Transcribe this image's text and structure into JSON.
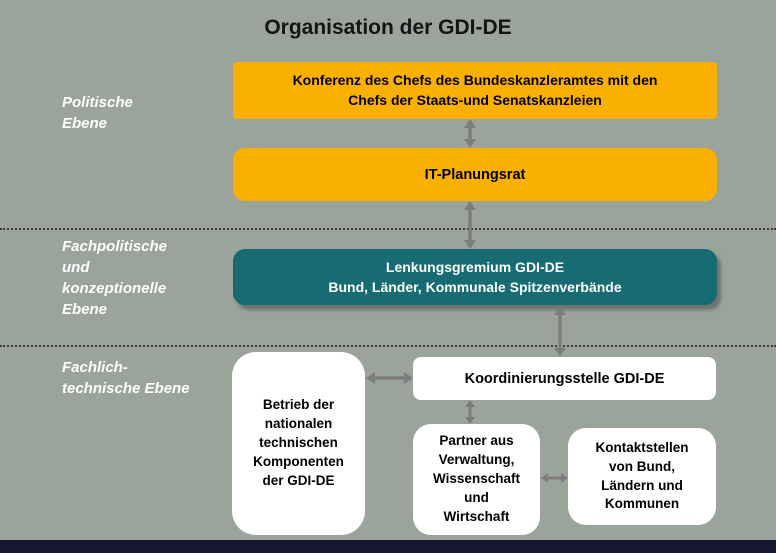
{
  "title": "Organisation der GDI-DE",
  "colors": {
    "background": "#9AA49B",
    "orange": "#F9B000",
    "teal": "#176B72",
    "arrow": "#7D7D7D",
    "bottom_bar": "#16162E"
  },
  "levels": {
    "politische": "Politische\nEbene",
    "fachpolitische": "Fachpolitische\nund\nkonzeptionelle\nEbene",
    "fachlich_technische": "Fachlich-\ntechnische Ebene"
  },
  "boxes": {
    "konferenz": "Konferenz des Chefs des Bundeskanzleramtes mit den\nChefs der Staats-und Senatskanzleien",
    "it_planungsrat": "IT-Planungsrat",
    "lenkungsgremium": "Lenkungsgremium GDI-DE\nBund, Länder, Kommunale Spitzenverbände",
    "betrieb": "Betrieb der\nnationalen\ntechnischen\nKomponenten\nder GDI-DE",
    "koordinierungsstelle": "Koordinierungsstelle GDI-DE",
    "partner": "Partner aus\nVerwaltung,\nWissenschaft\nund\nWirtschaft",
    "kontaktstellen": "Kontaktstellen\nvon Bund,\nLändern und\nKommunen"
  }
}
